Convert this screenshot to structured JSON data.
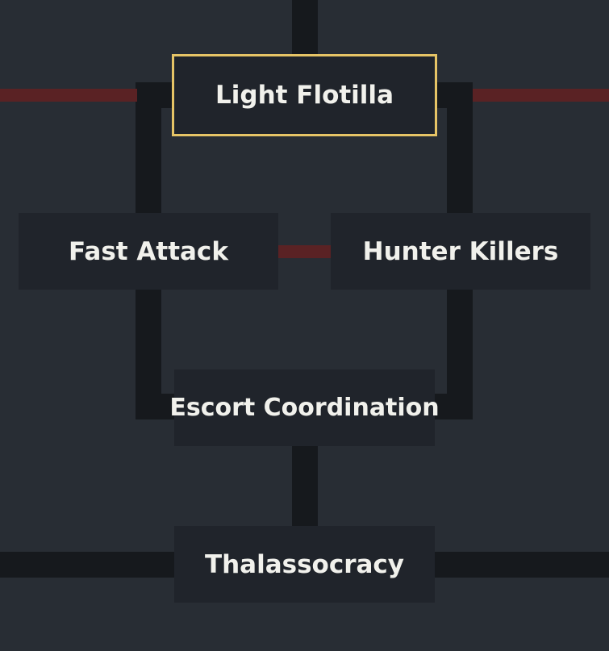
{
  "tech_tree": {
    "nodes": [
      {
        "id": "light-flotilla",
        "label": "Light Flotilla",
        "selected": true
      },
      {
        "id": "fast-attack",
        "label": "Fast Attack",
        "selected": false
      },
      {
        "id": "hunter-killers",
        "label": "Hunter Killers",
        "selected": false
      },
      {
        "id": "escort-coordination",
        "label": "Escort Coordination",
        "selected": false
      },
      {
        "id": "thalassocracy",
        "label": "Thalassocracy",
        "selected": false
      }
    ]
  },
  "colors": {
    "background": "#282d34",
    "node_background": "#20242b",
    "connector": "#16191d",
    "blocked_connector": "#5a2224",
    "selected_border": "#e6c466",
    "text": "#f1f1ec"
  }
}
